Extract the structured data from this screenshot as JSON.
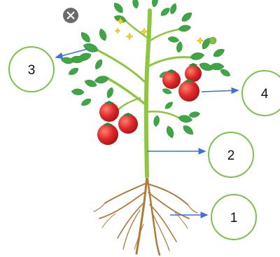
{
  "labels": [
    {
      "id": "1",
      "text": "1",
      "part": "roots"
    },
    {
      "id": "2",
      "text": "2",
      "part": "stem"
    },
    {
      "id": "3",
      "text": "3",
      "part": "leaf"
    },
    {
      "id": "4",
      "text": "4",
      "part": "fruit"
    }
  ],
  "colors": {
    "circle_stroke": "#7cc24a",
    "arrow": "#3f6fd8",
    "stem": "#8fc63f",
    "leaf": "#3fa645",
    "leaf_dark": "#2b8a35",
    "fruit": "#e0292b",
    "fruit_highlight": "#ff7a6a",
    "flower": "#f3d21c",
    "root": "#b07a3a"
  },
  "icons": [
    "close-icon"
  ]
}
